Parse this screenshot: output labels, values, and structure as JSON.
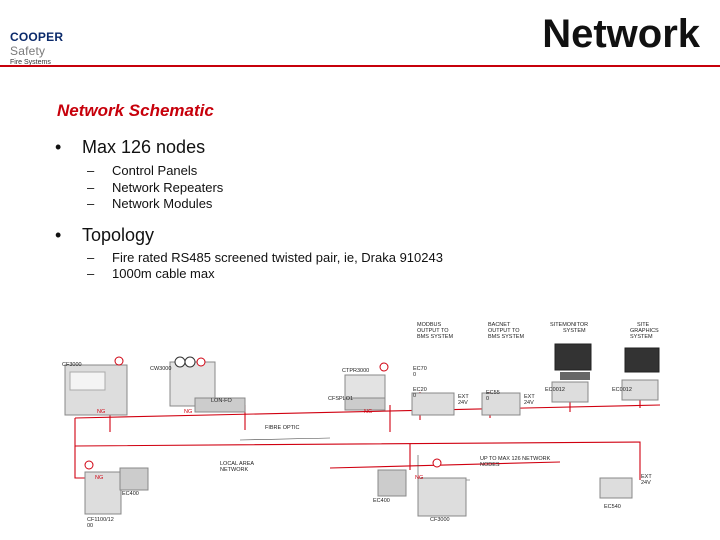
{
  "header": {
    "logo_main": "COOPER",
    "logo_accent": "Safety",
    "logo_sub": "Fire Systems",
    "title": "Network"
  },
  "content": {
    "subtitle": "Network Schematic",
    "bullets": [
      {
        "label": "Max 126 nodes",
        "items": [
          "Control Panels",
          "Network Repeaters",
          "Network Modules"
        ]
      },
      {
        "label": "Topology",
        "items": [
          "Fire rated RS485 screened twisted pair, ie, Draka 910243",
          "1000m cable max"
        ]
      }
    ],
    "bullet_char": "•",
    "dash_char": "–"
  },
  "diagram": {
    "labels": {
      "modbus": [
        "MODBUS",
        "OUTPUT TO",
        "BMS SYSTEM"
      ],
      "bacnet": [
        "BACNET",
        "OUTPUT TO",
        "BMS SYSTEM"
      ],
      "sitemonitor": [
        "SITEMONITOR",
        "SYSTEM"
      ],
      "sitegraphics": [
        "SITE",
        "GRAPHICS",
        "SYSTEM"
      ],
      "cf3000_top": "CF3000",
      "cw3000": "CW3000",
      "ctpr3000": "CTPR3000",
      "ec70": [
        "EC70",
        "0"
      ],
      "ec20": [
        "EC20",
        "0"
      ],
      "ext24_1": [
        "EXT",
        "24V"
      ],
      "ec55": [
        "EC55",
        "0"
      ],
      "ext24_2": [
        "EXT",
        "24V"
      ],
      "ec0012a": "EC0012",
      "ec0012b": "EC0012",
      "lonfo": "LON-FO",
      "cfsplo": "CFSPLO1",
      "ng": "NG",
      "fibre": "FIBRE OPTIC",
      "lan": [
        "LOCAL AREA",
        "NETWORK"
      ],
      "upto": [
        "UP TO MAX 126 NETWORK",
        "NODES"
      ],
      "ext24_3": [
        "EXT",
        "24V"
      ],
      "ec400a": "EC400",
      "ec400b": "EC400",
      "ec540": "EC540",
      "cf1100": [
        "CF1100/12",
        "00"
      ],
      "cf3000_bot": "CF3000"
    }
  }
}
